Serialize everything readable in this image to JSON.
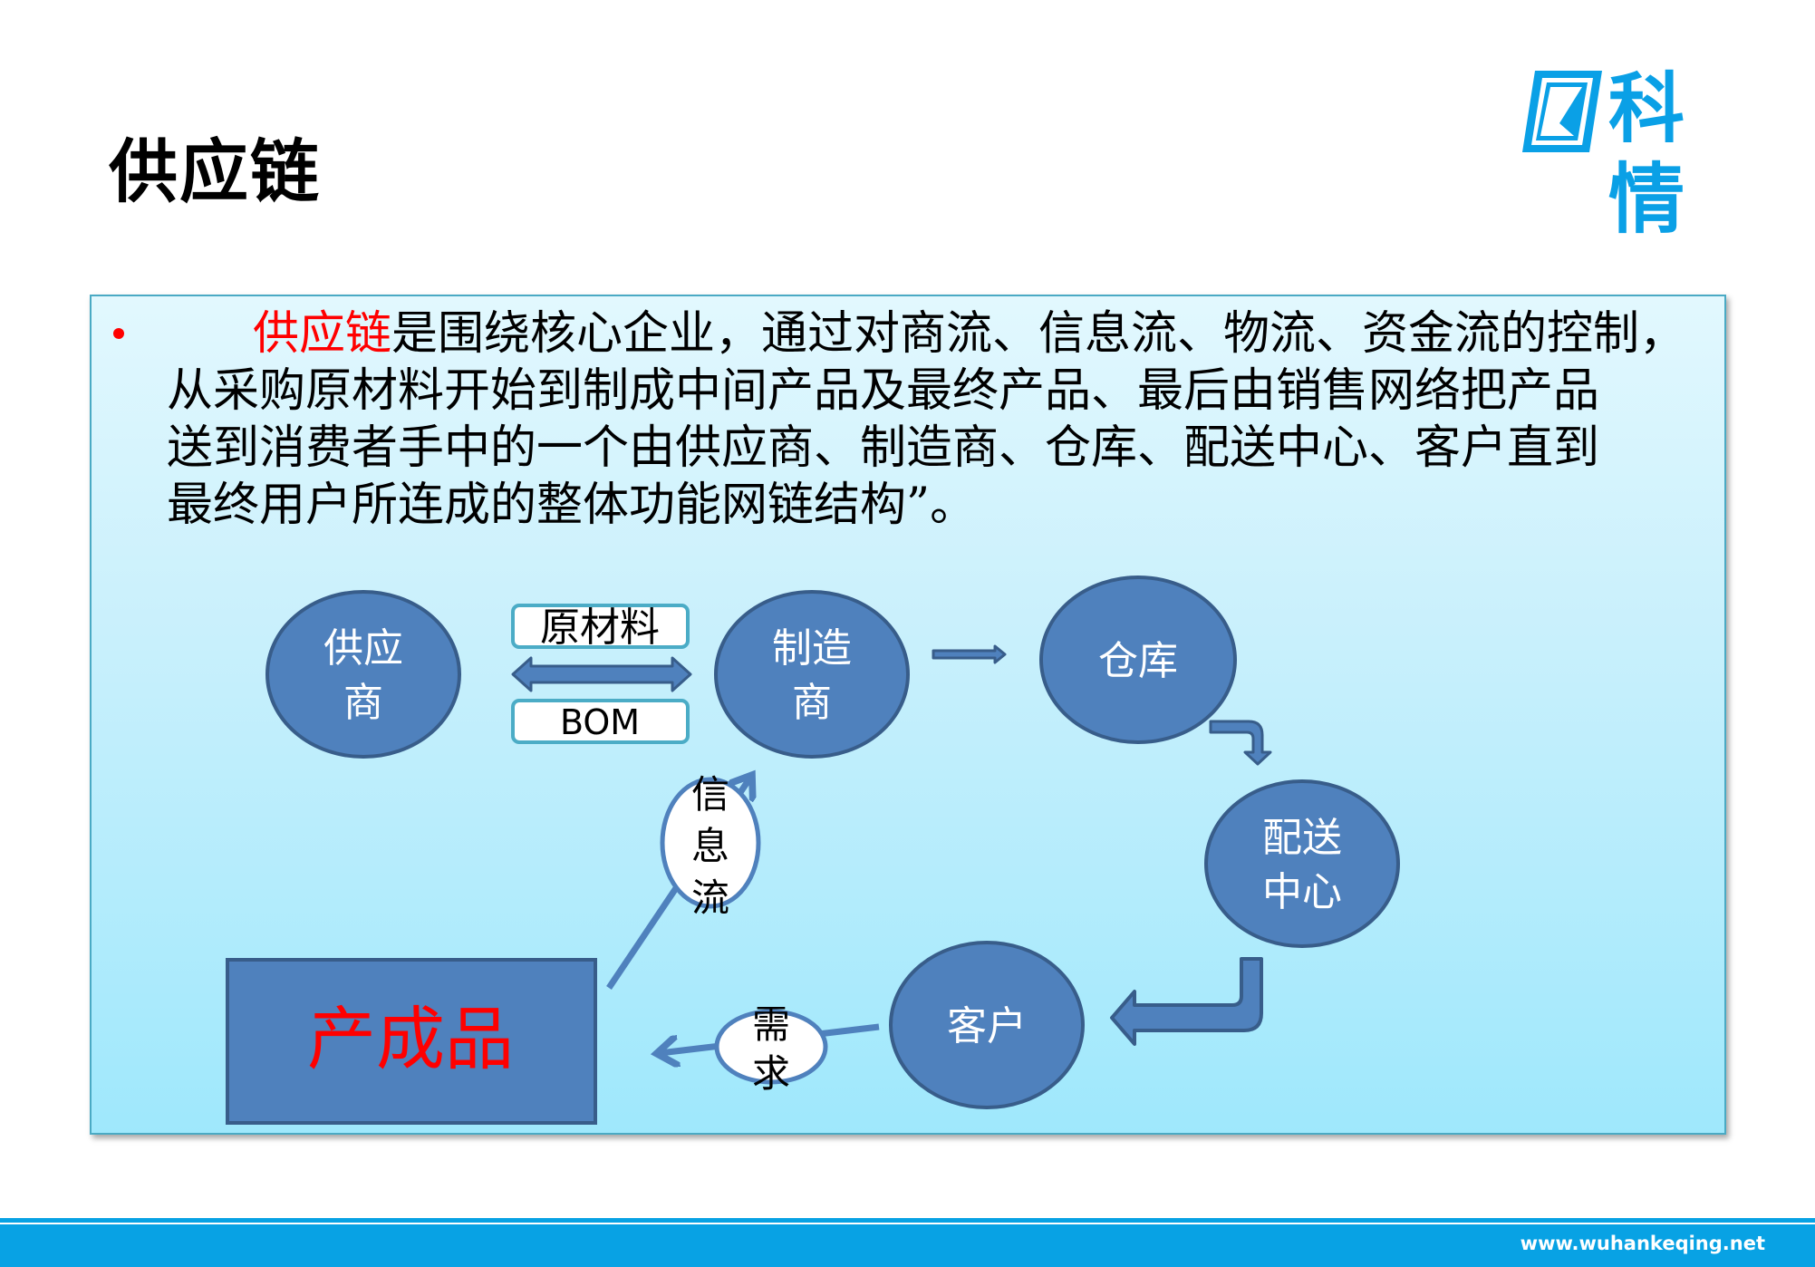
{
  "slide": {
    "title": "供应链",
    "logo": {
      "text": "科情",
      "icon": "keqing-logo-icon",
      "color": "#0AA0E6"
    },
    "body": {
      "highlight": "供应链",
      "line1_rest": "是围绕核心企业，通过对商流、信息流、物流、资金流的控制，",
      "line2": "从采购原材料开始到制成中间产品及最终产品、最后由销售网络把产品",
      "line3": "送到消费者手中的一个由供应商、制造商、仓库、配送中心、客户直到",
      "line4": "最终用户所连成的整体功能网链结构”。"
    },
    "diagram": {
      "nodes": {
        "supplier_line1": "供应",
        "supplier_line2": "商",
        "manufacturer_line1": "制造",
        "manufacturer_line2": "商",
        "warehouse": "仓库",
        "distribution_line1": "配送",
        "distribution_line2": "中心",
        "customer": "客户",
        "finished_product": "产成品"
      },
      "labels": {
        "raw_material": "原材料",
        "bom": "BOM",
        "info_flow": [
          "信",
          "息",
          "流"
        ],
        "demand": [
          "需",
          "求"
        ]
      },
      "colors": {
        "node_fill": "#4F81BD",
        "node_stroke": "#385D8A",
        "label_box_stroke": "#4BACC6",
        "highlight": "#FF0000"
      }
    },
    "footer": {
      "url": "www.wuhankeqing.net",
      "color": "#08A2E4"
    }
  }
}
